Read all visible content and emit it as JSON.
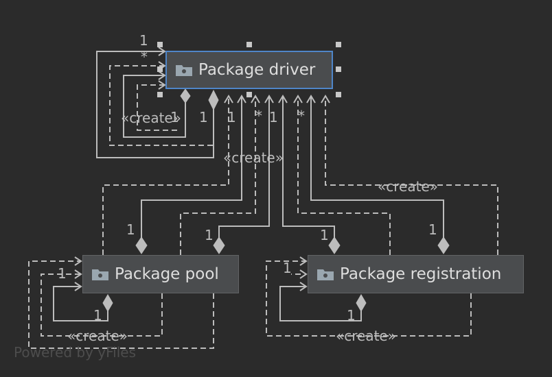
{
  "nodes": {
    "driver": {
      "label": "Package driver"
    },
    "pool": {
      "label": "Package pool"
    },
    "registration": {
      "label": "Package registration"
    }
  },
  "labels": {
    "create": "«create»",
    "one": "1",
    "many": "*"
  },
  "watermark": "Powered by yFiles",
  "colors": {
    "background": "#2b2b2b",
    "node_fill": "#4a4c4e",
    "selection": "#4f86c9",
    "edge": "#bdbdbd"
  },
  "icons": {
    "package": "folder-package-icon"
  }
}
